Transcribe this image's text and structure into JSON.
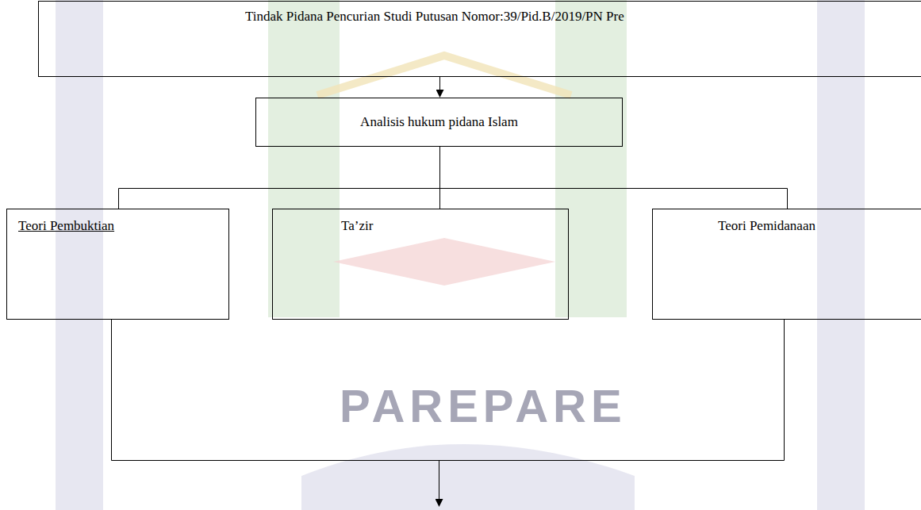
{
  "diagram": {
    "nodes": [
      {
        "text": [
          "Tindak Pidana Pencurian Studi Putusan Nomor:39/Pid.B/2019/PN Pre"
        ]
      },
      {
        "text": [
          "Analisis hukum pidana Islam"
        ]
      },
      {
        "text": [
          "Teori Pembuktian"
        ]
      },
      {
        "text": [
          "Ta’zir"
        ]
      },
      {
        "text": [
          "Teori Pemidanaan"
        ]
      }
    ],
    "edges": [
      {
        "from": 0,
        "to": 1,
        "arrow": "to"
      },
      {
        "from": 1,
        "to": 2,
        "arrow": "none"
      },
      {
        "from": 1,
        "to": 3,
        "arrow": "none"
      },
      {
        "from": 1,
        "to": 4,
        "arrow": "none"
      }
    ],
    "labels": [
      "PAREPARE"
    ]
  }
}
